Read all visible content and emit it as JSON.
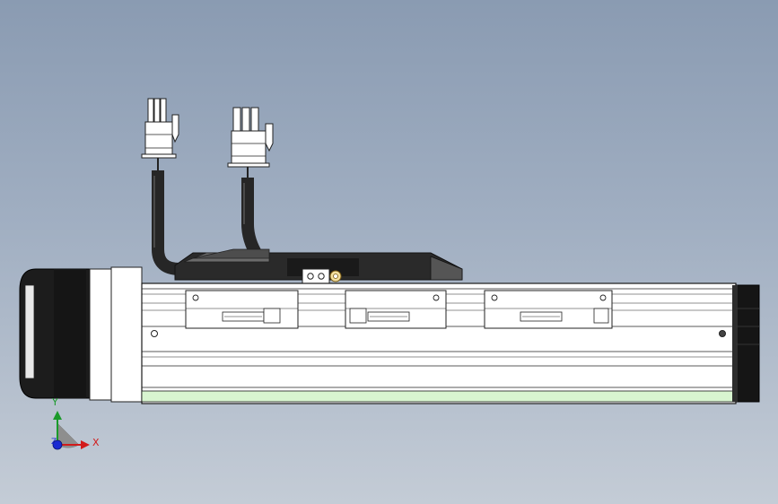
{
  "viewport": {
    "background_top": "#8a9bb2",
    "background_bottom": "#c4ccd6"
  },
  "triad": {
    "x_label": "X",
    "y_label": "Y",
    "z_label": "Z",
    "x_color": "#d21a1a",
    "y_color": "#1a9a2a",
    "z_color": "#1a2ad2"
  },
  "model": {
    "profile_color": "#ffffff",
    "edge_color": "#1a1a1a",
    "motor_color": "#1c1c1c",
    "cable_color": "#262626",
    "highlight_strip_color": "#d8f5d0",
    "connector_count": 2,
    "carriage_count": 3
  }
}
